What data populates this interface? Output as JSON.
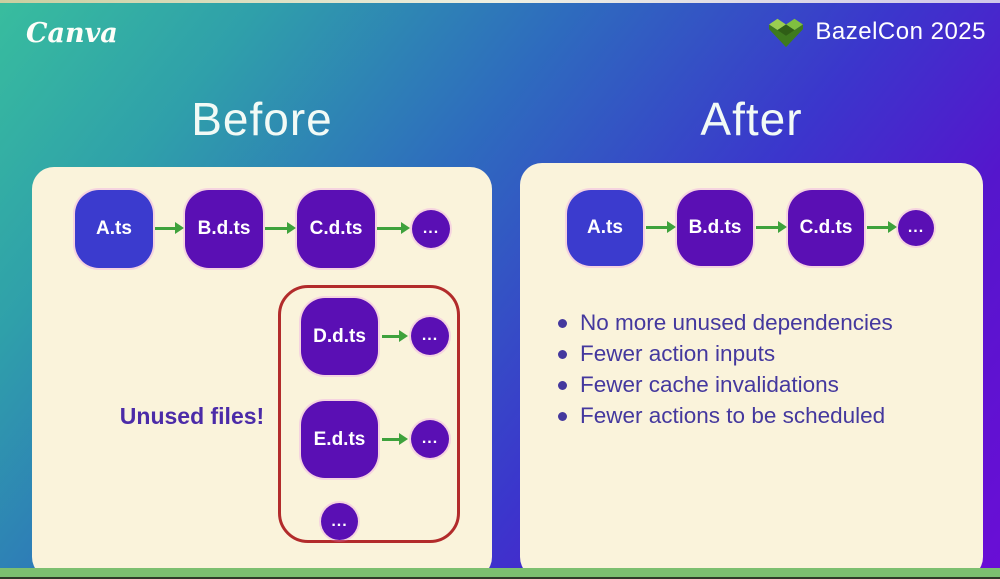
{
  "header": {
    "canva_logo": "Canva",
    "bazelcon_label": "BazelCon 2025"
  },
  "before": {
    "title": "Before",
    "chain": [
      "A.ts",
      "B.d.ts",
      "C.d.ts",
      "..."
    ],
    "unused_label": "Unused files!",
    "unused_group": {
      "rows": [
        {
          "node": "D.d.ts",
          "more": "..."
        },
        {
          "node": "E.d.ts",
          "more": "..."
        }
      ],
      "more": "..."
    }
  },
  "after": {
    "title": "After",
    "chain": [
      "A.ts",
      "B.d.ts",
      "C.d.ts",
      "..."
    ],
    "bullets": [
      "No more unused dependencies",
      "Fewer action inputs",
      "Fewer cache invalidations",
      "Fewer actions to be scheduled"
    ]
  },
  "colors": {
    "node_blue": "#3B3BCE",
    "node_purple": "#5A0FB4",
    "arrow_green": "#3EA23C",
    "panel_cream": "#FAF3DB",
    "unused_box_red": "#B22B2B",
    "bullet_text": "#44389E",
    "bazel_green": "#7FBF3F",
    "background_gradient": [
      "#38BD9E",
      "#2E6BBE",
      "#6A0ED6"
    ]
  }
}
